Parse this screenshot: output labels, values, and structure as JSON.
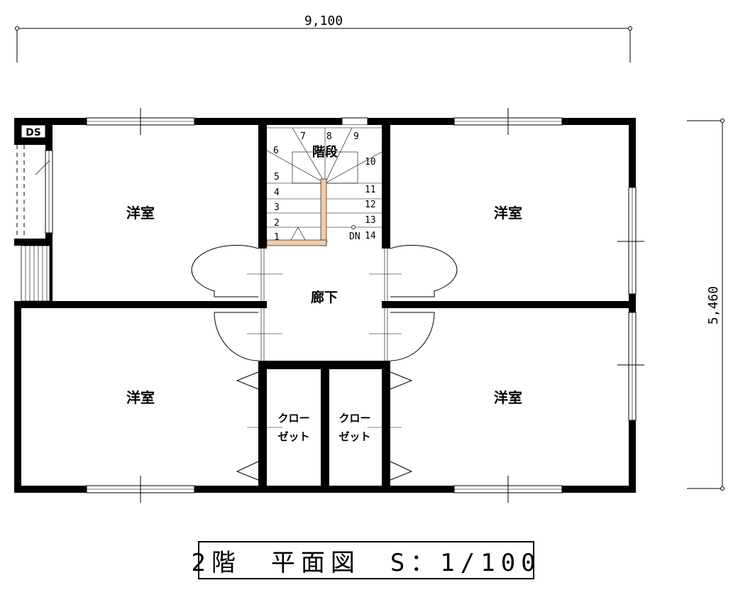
{
  "dimensions": {
    "width_label": "9,100",
    "depth_label": "5,460"
  },
  "rooms": {
    "room_nw": "洋室",
    "room_ne": "洋室",
    "room_sw": "洋室",
    "room_se": "洋室",
    "hall": "廊下",
    "stairs": "階段",
    "closet_left": [
      "クロー",
      "ゼット"
    ],
    "closet_right": [
      "クロー",
      "ゼット"
    ],
    "duct": "DS"
  },
  "stair_steps": [
    "1",
    "2",
    "3",
    "4",
    "5",
    "6",
    "7",
    "8",
    "9",
    "10",
    "11",
    "12",
    "13",
    "14"
  ],
  "stair_direction": "DN",
  "title": "2階　平面図　S：1/100",
  "colors": {
    "wall": "#000000",
    "stair_path": "#f2c9a6",
    "background": "#ffffff"
  }
}
